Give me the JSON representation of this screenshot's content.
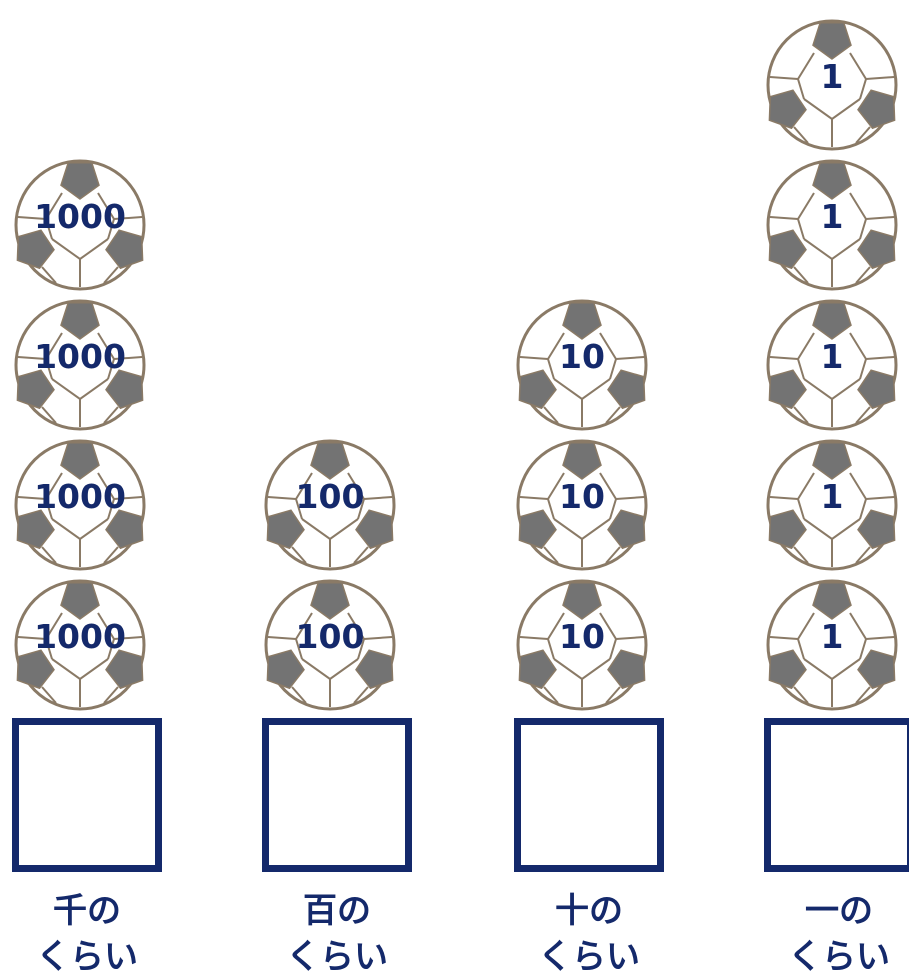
{
  "columns": [
    {
      "place_label": "千の",
      "place_suffix": "くらい",
      "ball_value": "1000",
      "ball_count": 4
    },
    {
      "place_label": "百の",
      "place_suffix": "くらい",
      "ball_value": "100",
      "ball_count": 2
    },
    {
      "place_label": "十の",
      "place_suffix": "くらい",
      "ball_value": "10",
      "ball_count": 3
    },
    {
      "place_label": "一の",
      "place_suffix": "くらい",
      "ball_value": "1",
      "ball_count": 5
    }
  ],
  "colors": {
    "text": "#14296b",
    "box_border": "#14296b",
    "ball_patch": "#737373",
    "ball_outline": "#8a7a66"
  },
  "icons": {
    "ball": "soccer-ball-icon"
  }
}
